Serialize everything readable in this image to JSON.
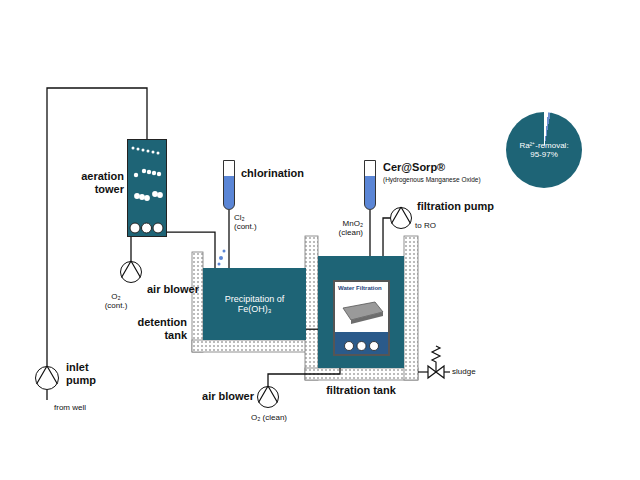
{
  "diagram": {
    "nodes": [
      {
        "text": [
          "aeration tower"
        ]
      },
      {
        "text": [
          "air blower",
          "O₂ (cont.)"
        ]
      },
      {
        "text": [
          "inlet pump",
          "from well"
        ]
      },
      {
        "text": [
          "chlorination",
          "Cl₂ (cont.)"
        ]
      },
      {
        "text": [
          "detention tank",
          "Precipitation of Fe(OH)₃"
        ]
      },
      {
        "text": [
          "Cer@Sorp®",
          "(Hydrogenous Manganese Oxide)",
          "MnO₂ (clean)"
        ]
      },
      {
        "text": [
          "filtration pump",
          "to RO"
        ]
      },
      {
        "text": [
          "filtration tank"
        ]
      },
      {
        "text": [
          "Water Filtration"
        ],
        "in": 7
      },
      {
        "text": [
          "air blower",
          "O₂ (clean)"
        ]
      },
      {
        "text": [
          "Ra²⁺-removal: 95-97%"
        ]
      }
    ],
    "edges": [
      {
        "from": 2,
        "to": 0,
        "arrow": "none"
      },
      {
        "from": 1,
        "to": 0,
        "arrow": "none"
      },
      {
        "from": 0,
        "to": 4,
        "arrow": "none"
      },
      {
        "from": 3,
        "to": 4,
        "arrow": "none"
      },
      {
        "from": 4,
        "to": 7,
        "arrow": "none"
      },
      {
        "from": 5,
        "to": 7,
        "arrow": "none"
      },
      {
        "from": 7,
        "to": 6,
        "arrow": "none"
      },
      {
        "from": 9,
        "to": 7,
        "arrow": "none"
      }
    ],
    "labels": [
      "sludge"
    ]
  }
}
